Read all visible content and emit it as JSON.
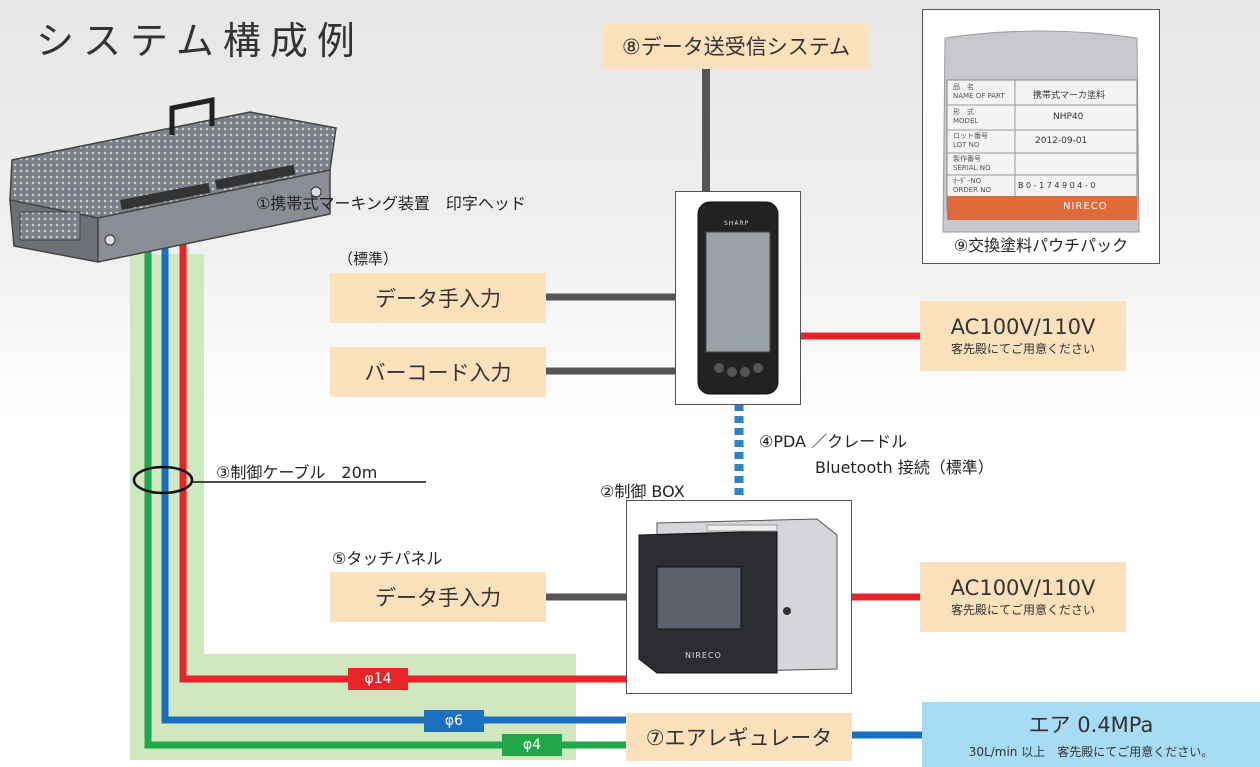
{
  "title": "システム構成例",
  "print_head": {
    "label": "①携帯式マーキング装置　印字ヘッド"
  },
  "data_system": {
    "label": "⑧データ送受信システム"
  },
  "pouch": {
    "caption": "⑨交換塗料パウチパック",
    "tag": {
      "rows": [
        {
          "jp": "品　名",
          "en": "NAME OF PART",
          "value": "携帯式マーカ塗料"
        },
        {
          "jp": "形　式",
          "en": "MODEL",
          "value": "NHP40"
        },
        {
          "jp": "ロット番号",
          "en": "LOT NO",
          "value": "2012-09-01"
        },
        {
          "jp": "製作番号",
          "en": "SERIAL NO",
          "value": ""
        },
        {
          "jp": "ｵｰﾀﾞｰNO",
          "en": "ORDER NO",
          "value": "B 0 - 1 7 4 9 0 4 - 0"
        }
      ],
      "brand": "NIRECO"
    }
  },
  "standard_label": "（標準）",
  "pda": {
    "brand": "SHARP"
  },
  "manual_input_1": "データ手入力",
  "barcode_input": "バーコード入力",
  "power_1": {
    "main": "AC100V/110V",
    "sub": "客先殿にてご用意ください"
  },
  "pda_cradle": {
    "line1": "④PDA ／クレードル",
    "line2": "Bluetooth 接続（標準）"
  },
  "control_cable": "③制御ケーブル　20m",
  "control_box": {
    "label": "②制御 BOX",
    "brand": "NIRECO"
  },
  "touch_panel": "⑤タッチパネル",
  "manual_input_2": "データ手入力",
  "power_2": {
    "main": "AC100V/110V",
    "sub": "客先殿にてご用意ください"
  },
  "hose_labels": {
    "red": "φ14",
    "blue": "φ6",
    "green": "φ4"
  },
  "air_regulator": "⑦エアレギュレータ",
  "air_supply": {
    "main": "エア 0.4MPa",
    "sub": "30L/min 以上　客先殿にてご用意ください。"
  },
  "colors": {
    "box_fill": "#fde1bd",
    "air_fill": "#a8dcf4",
    "green_zone": "#cfe8bf",
    "cable_red": "#e8242b",
    "cable_blue": "#1a6fbf",
    "cable_green": "#1fa84a",
    "cable_gray": "#555555",
    "dotted_blue": "#2d7fd0"
  }
}
